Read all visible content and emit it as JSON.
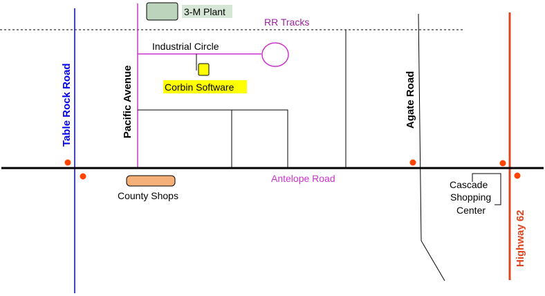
{
  "roads": {
    "table_rock": "Table Rock Road",
    "pacific": "Pacific Avenue",
    "agate": "Agate Road",
    "highway": "Highway 62",
    "antelope": "Antelope Road",
    "industrial": "Industrial Circle",
    "rr": "RR Tracks"
  },
  "places": {
    "plant": "3-M Plant",
    "corbin": "Corbin Software",
    "county_shops": "County Shops",
    "cascade_1": "Cascade",
    "cascade_2": "Shopping",
    "cascade_3": "Center"
  },
  "colors": {
    "table_rock_road": "#0000ee",
    "pacific_avenue": "#cc33cc",
    "highway": "#e0461e",
    "marker": "#ff4400",
    "plant_fill": "#bcd4bc",
    "corbin_highlight": "#ffff00",
    "county_shops_fill": "#f5b07a"
  }
}
